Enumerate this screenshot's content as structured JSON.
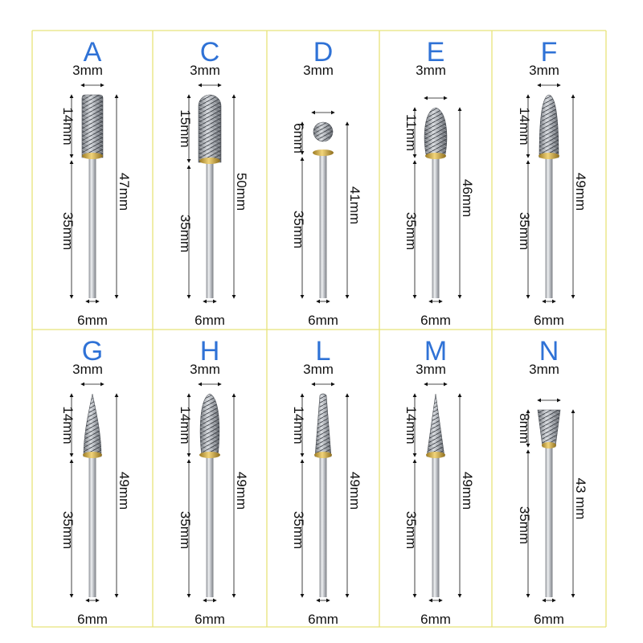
{
  "colors": {
    "grid": "#e8e37a",
    "letter": "#2f72d6",
    "text": "#111111",
    "brass": "#c9a23a",
    "steel": "#b9bcc1"
  },
  "bits": [
    {
      "letter": "A",
      "head_width": "3mm",
      "head_length": "14mm",
      "shank_length": "35mm",
      "total_length": "47mm",
      "shank_diameter": "6mm",
      "head_shape": "cylinder-icon"
    },
    {
      "letter": "C",
      "head_width": "3mm",
      "head_length": "15mm",
      "shank_length": "35mm",
      "total_length": "50mm",
      "shank_diameter": "6mm",
      "head_shape": "ball-nose-cylinder-icon"
    },
    {
      "letter": "D",
      "head_width": "3mm",
      "head_length": "6mm",
      "shank_length": "35mm",
      "total_length": "41mm",
      "shank_diameter": "6mm",
      "head_shape": "ball-icon"
    },
    {
      "letter": "E",
      "head_width": "3mm",
      "head_length": "11mm",
      "shank_length": "35mm",
      "total_length": "46mm",
      "shank_diameter": "6mm",
      "head_shape": "oval-icon"
    },
    {
      "letter": "F",
      "head_width": "3mm",
      "head_length": "14mm",
      "shank_length": "35mm",
      "total_length": "49mm",
      "shank_diameter": "6mm",
      "head_shape": "tree-round-icon"
    },
    {
      "letter": "G",
      "head_width": "3mm",
      "head_length": "14mm",
      "shank_length": "35mm",
      "total_length": "49mm",
      "shank_diameter": "6mm",
      "head_shape": "tree-pointed-icon"
    },
    {
      "letter": "H",
      "head_width": "3mm",
      "head_length": "14mm",
      "shank_length": "35mm",
      "total_length": "49mm",
      "shank_diameter": "6mm",
      "head_shape": "flame-icon"
    },
    {
      "letter": "L",
      "head_width": "3mm",
      "head_length": "14mm",
      "shank_length": "35mm",
      "total_length": "49mm",
      "shank_diameter": "6mm",
      "head_shape": "taper-round-icon"
    },
    {
      "letter": "M",
      "head_width": "3mm",
      "head_length": "14mm",
      "shank_length": "35mm",
      "total_length": "49mm",
      "shank_diameter": "6mm",
      "head_shape": "cone-icon"
    },
    {
      "letter": "N",
      "head_width": "3mm",
      "head_length": "8mm",
      "shank_length": "35mm",
      "total_length": "43 mm",
      "shank_diameter": "6mm",
      "head_shape": "inverted-cone-icon"
    }
  ]
}
